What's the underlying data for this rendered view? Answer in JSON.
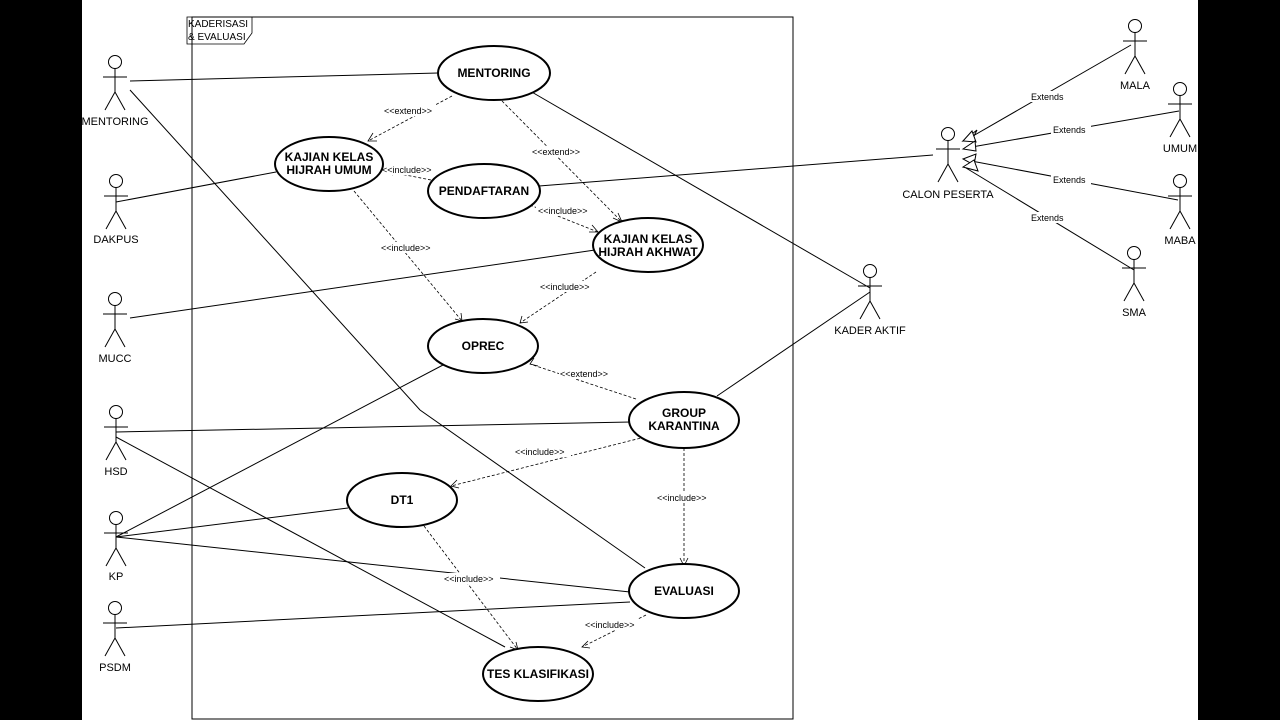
{
  "boundary": {
    "title_line1": "KADERISASI",
    "title_line2": "& EVALUASI"
  },
  "use_cases": {
    "mentoring": [
      "MENTORING"
    ],
    "kajian_umum": [
      "KAJIAN KELAS",
      "HIJRAH UMUM"
    ],
    "pendaftaran": [
      "PENDAFTARAN"
    ],
    "kajian_akhwat": [
      "KAJIAN KELAS",
      "HIJRAH AKHWAT"
    ],
    "oprec": [
      "OPREC"
    ],
    "group_karantina": [
      "GROUP",
      "KARANTINA"
    ],
    "dt1": [
      "DT1"
    ],
    "evaluasi": [
      "EVALUASI"
    ],
    "tes_klasifikasi": [
      "TES KLASIFIKASI"
    ]
  },
  "actors": {
    "mentoring": "MENTORING",
    "dakpus": "DAKPUS",
    "mucc": "MUCC",
    "hsd": "HSD",
    "kp": "KP",
    "psdm": "PSDM",
    "kader_aktif": "KADER AKTIF",
    "calon_peserta": "CALON PESERTA",
    "mala": "MALA",
    "umum": "UMUM",
    "maba": "MABA",
    "sma": "SMA"
  },
  "relation_labels": {
    "extend": "<<extend>>",
    "include": "<<include>>",
    "extends": "Extends"
  }
}
